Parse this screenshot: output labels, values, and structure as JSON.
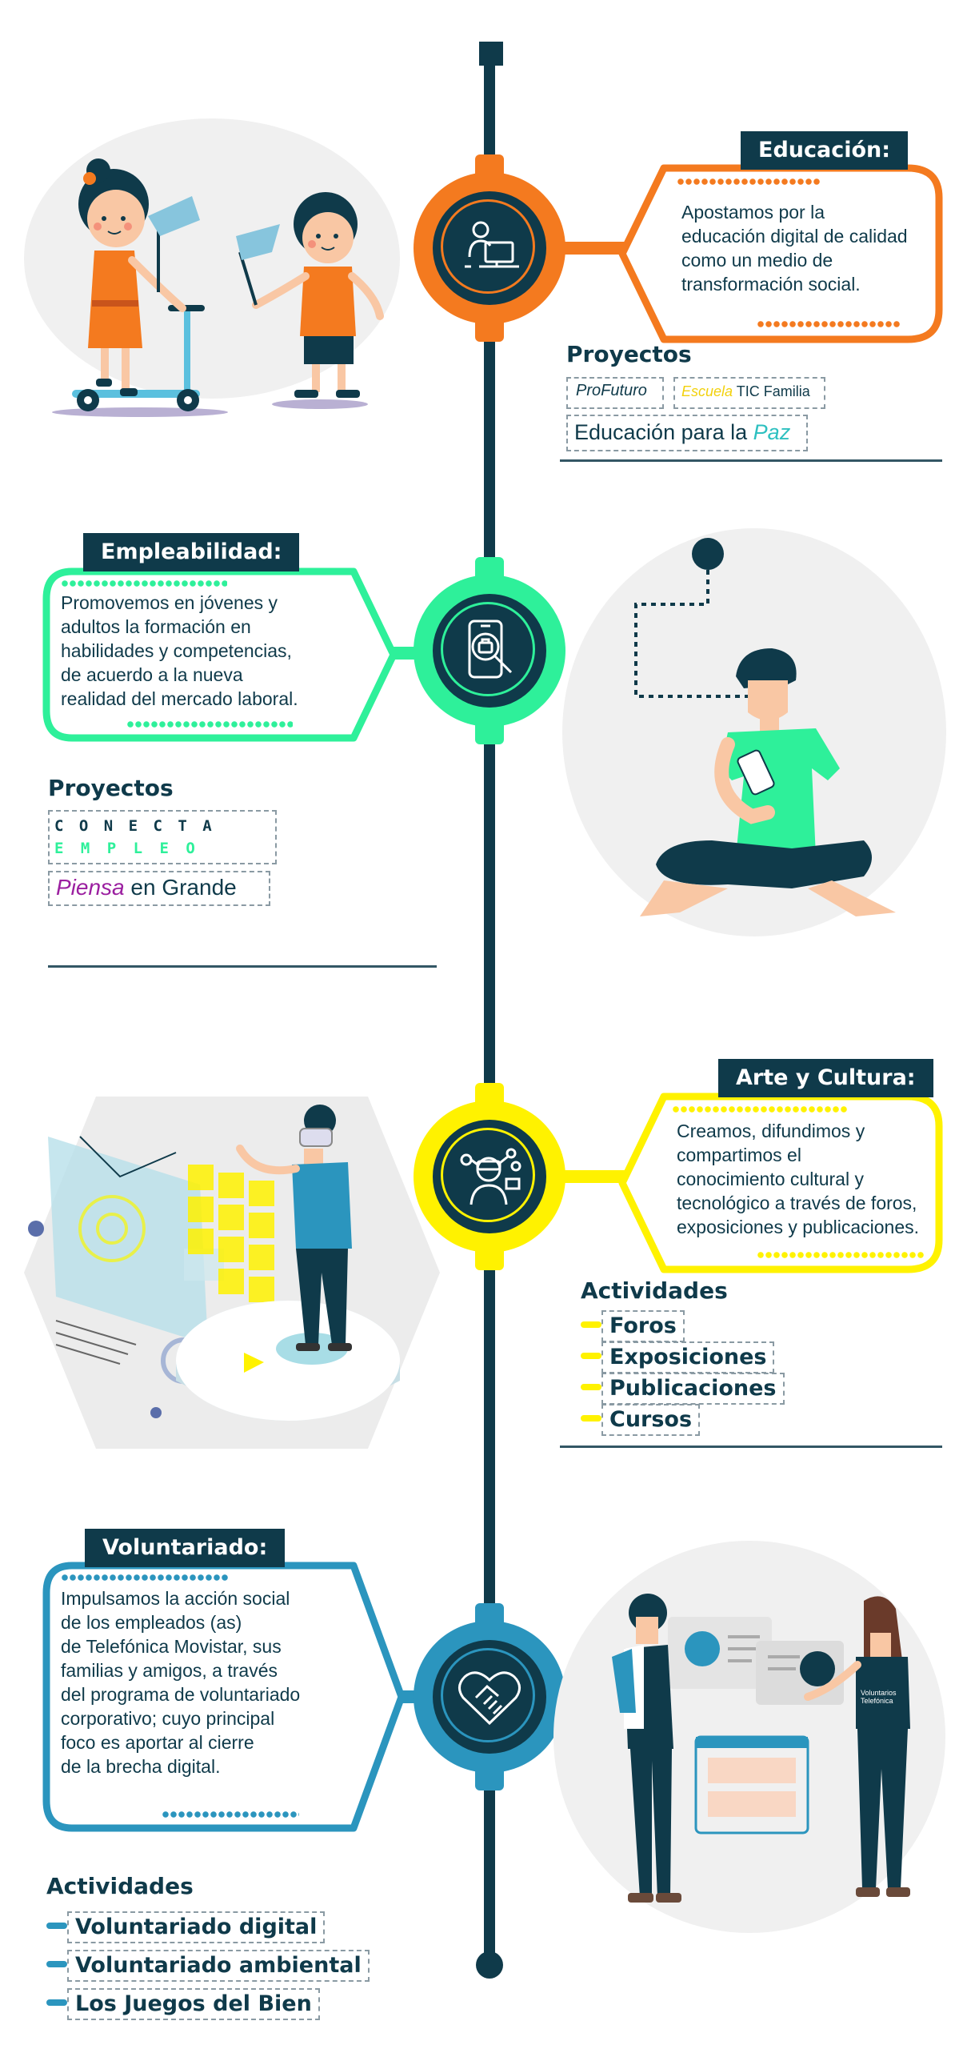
{
  "educacion": {
    "title": "Educación:",
    "text": [
      "Apostamos por la",
      "educación digital de calidad",
      "como un medio de",
      "transformación social."
    ],
    "projects_title": "Proyectos",
    "projects": {
      "profuturo": "ProFuturo",
      "escuela": "Escuela",
      "tic_familia": "TIC Familia",
      "edu_paz": "Educación para la",
      "paz": "Paz"
    },
    "color": "#f47a1f",
    "icon": "student-computer-icon"
  },
  "empleabilidad": {
    "title": "Empleabilidad:",
    "text": [
      "Promovemos en jóvenes y",
      "adultos la formación en",
      "habilidades y competencias,",
      "de acuerdo a la nueva",
      "realidad del mercado laboral."
    ],
    "projects_title": "Proyectos",
    "projects": {
      "conecta": "C O N E C T A",
      "empleo": "E M P L E O",
      "piensa": "Piensa",
      "grande": "en Grande"
    },
    "color": "#2ef09a",
    "icon": "phone-job-search-icon"
  },
  "arte": {
    "title": "Arte y Cultura:",
    "text": [
      "Creamos, difundimos y",
      "compartimos el",
      "conocimiento cultural y",
      "tecnológico a través de foros,",
      "exposiciones y publicaciones."
    ],
    "activities_title": "Actividades",
    "activities": [
      "Foros",
      "Exposiciones",
      "Publicaciones",
      "Cursos"
    ],
    "color": "#fff200",
    "icon": "vr-person-icon"
  },
  "voluntariado": {
    "title": "Voluntariado:",
    "text": [
      "Impulsamos la acción social",
      "de los empleados (as)",
      "de Telefónica Movistar, sus",
      "familias y amigos, a través",
      "del programa de voluntariado",
      "corporativo; cuyo principal",
      "foco es aportar al cierre",
      "de la brecha digital."
    ],
    "activities_title": "Actividades",
    "activities": [
      "Voluntariado digital",
      "Voluntariado ambiental",
      "Los Juegos del Bien"
    ],
    "color": "#2b95be",
    "icon": "heart-handshake-icon",
    "shirt_text": "Voluntarios Telefónica"
  },
  "colors": {
    "navy": "#0f3a4a",
    "gray_bg": "#f0f0f0"
  }
}
